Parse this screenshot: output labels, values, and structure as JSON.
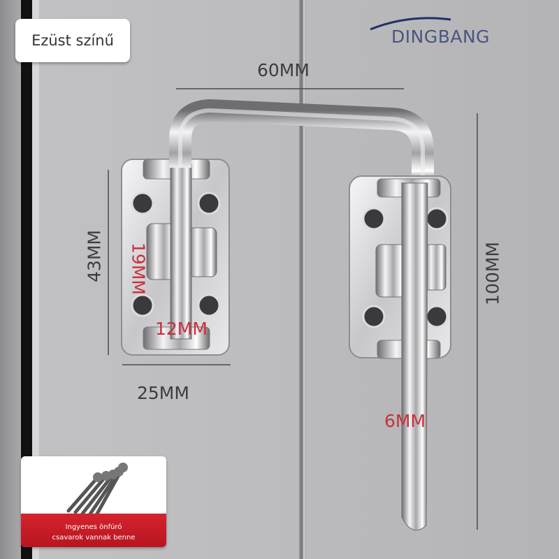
{
  "color_label": "Ezüst színű",
  "brand": "DINGBANG",
  "dimensions": {
    "total_width": "60MM",
    "plate_height": "43MM",
    "plate_width": "25MM",
    "slot_height": "19MM",
    "slot_width": "12MM",
    "total_height": "100MM",
    "bolt_diameter": "6MM"
  },
  "screws_banner": {
    "line1": "Ingyenes önfúró",
    "line2": "csavarok vannak benne"
  },
  "colors": {
    "dimension_text": "#3d3d3f",
    "red_dimension": "#c8313b",
    "brand": "#4a5580",
    "banner": "#c81d27"
  }
}
